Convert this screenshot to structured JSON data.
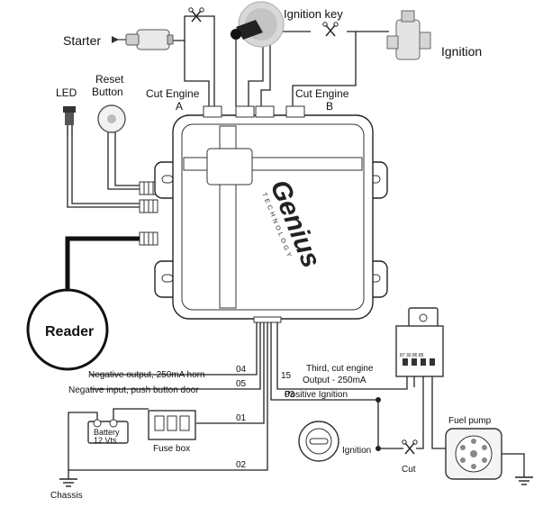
{
  "labels": {
    "starter": "Starter",
    "ignition_key": "Ignition key",
    "ignition": "Ignition",
    "led": "LED",
    "reset_button_line1": "Reset",
    "reset_button_line2": "Button",
    "cut_engine_a_line1": "Cut Engine",
    "cut_engine_a_line2": "A",
    "cut_engine_b_line1": "Cut Engine",
    "cut_engine_b_line2": "B",
    "reader": "Reader",
    "brand_name": "Genius",
    "brand_sub": "TECHNOLOGY",
    "negative_output": "Negative output, 250mA horn",
    "negative_input": "Negative input, push button door",
    "wire_04": "04",
    "wire_05": "05",
    "wire_15": "15",
    "wire_03": "03",
    "wire_01": "01",
    "wire_02": "02",
    "third_cut_line1": "Third, cut engine",
    "third_cut_line2": "Output - 250mA",
    "positive_ignition": "Positive Ignition",
    "battery_line1": "Battery",
    "battery_line2": "12 Vts",
    "fuse_box": "Fuse box",
    "chassis": "Chassis",
    "ignition_switch": "Ignition",
    "cut": "Cut",
    "fuel_pump": "Fuel pump",
    "relay_pins": "87 30 86 85"
  }
}
